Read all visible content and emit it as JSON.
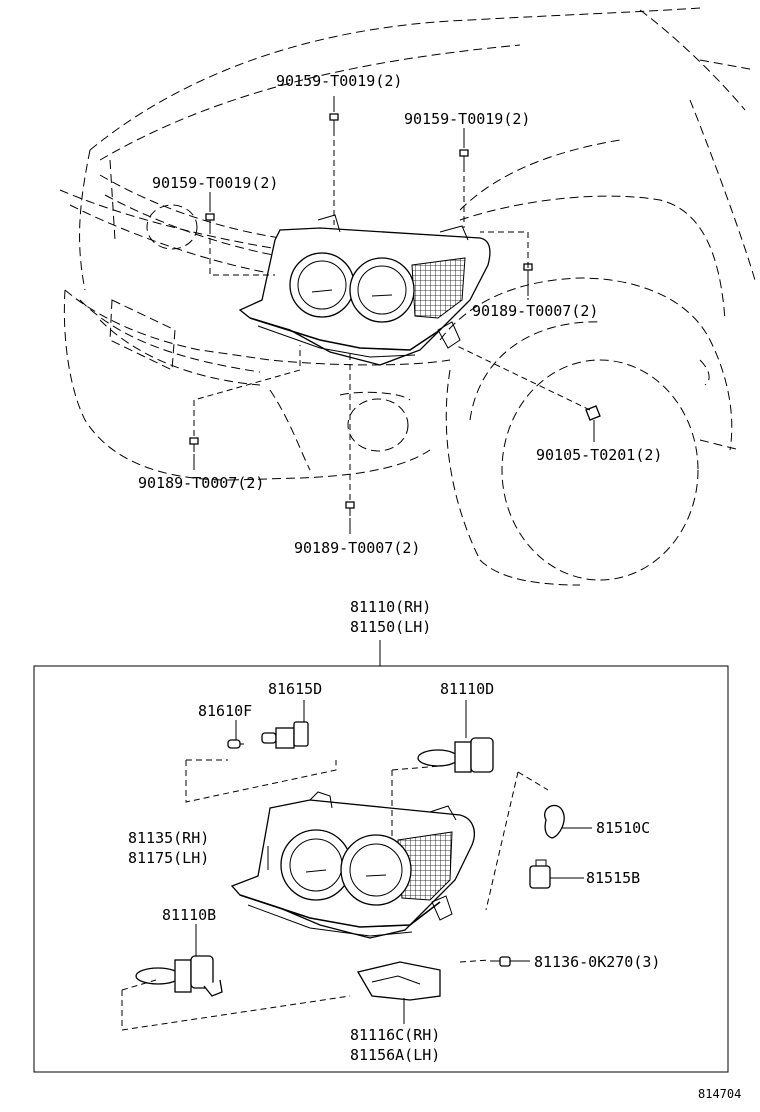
{
  "labels": {
    "p90159_a": "90159-T0019(2)",
    "p90159_b": "90159-T0019(2)",
    "p90159_c": "90159-T0019(2)",
    "p90189_a": "90189-T0007(2)",
    "p90189_b": "90189-T0007(2)",
    "p90189_c": "90189-T0007(2)",
    "p90105": "90105-T0201(2)",
    "p81110_rh": "81110(RH)",
    "p81150_lh": "81150(LH)",
    "p81615d": "81615D",
    "p81610f": "81610F",
    "p81110d": "81110D",
    "p81135_rh": "81135(RH)",
    "p81175_lh": "81175(LH)",
    "p81510c": "81510C",
    "p81515b": "81515B",
    "p81110b": "81110B",
    "p81136": "81136-0K270(3)",
    "p81116c_rh": "81116C(RH)",
    "p81156a_lh": "81156A(LH)",
    "figure_id": "814704"
  }
}
